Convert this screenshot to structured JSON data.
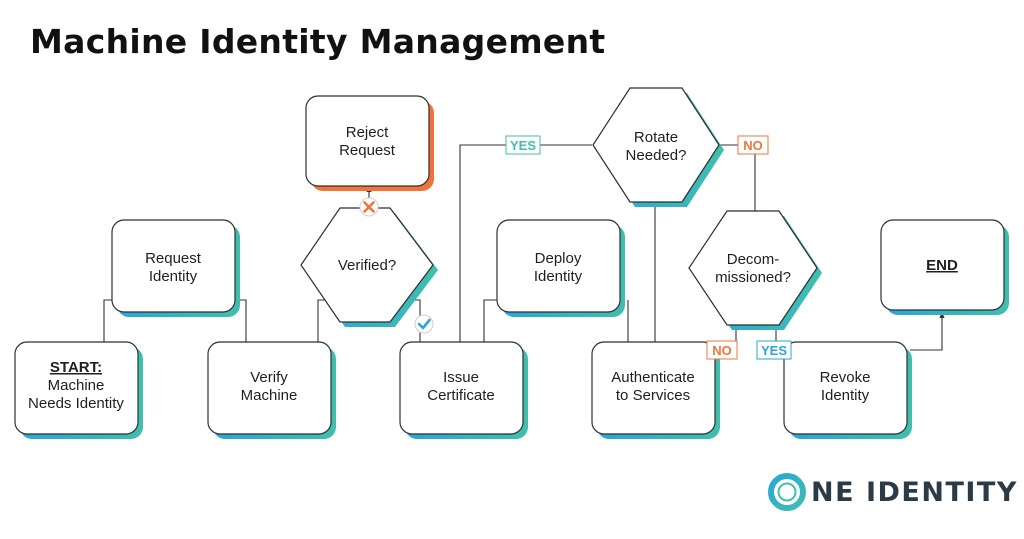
{
  "title": "Machine Identity Management",
  "colors": {
    "teal": "#3fbfae",
    "blue": "#2aa6d8",
    "orange": "#f0743a",
    "line": "#333333",
    "box_border": "#2f2f2f",
    "logo_text": "#2b3a47"
  },
  "nodes": {
    "start": {
      "line1": "START:",
      "line2": "Machine",
      "line3": "Needs Identity"
    },
    "request_identity": {
      "line1": "Request",
      "line2": "Identity"
    },
    "verify_machine": {
      "line1": "Verify",
      "line2": "Machine"
    },
    "verified": {
      "line1": "Verified?"
    },
    "reject_request": {
      "line1": "Reject",
      "line2": "Request"
    },
    "issue_certificate": {
      "line1": "Issue",
      "line2": "Certificate"
    },
    "deploy_identity": {
      "line1": "Deploy",
      "line2": "Identity"
    },
    "authenticate": {
      "line1": "Authenticate",
      "line2": "to Services"
    },
    "rotate_needed": {
      "line1": "Rotate",
      "line2": "Needed?"
    },
    "decommissioned": {
      "line1": "Decom-",
      "line2": "missioned?"
    },
    "revoke_identity": {
      "line1": "Revoke",
      "line2": "Identity"
    },
    "end": {
      "line1": "END"
    }
  },
  "edge_labels": {
    "rotate_yes": "YES",
    "rotate_no": "NO",
    "decom_no": "NO",
    "decom_yes": "YES"
  },
  "icons": {
    "verified_no": "x-mark-icon",
    "verified_yes": "check-mark-icon"
  },
  "logo": {
    "letter": "O",
    "text": "NE IDENTITY"
  }
}
